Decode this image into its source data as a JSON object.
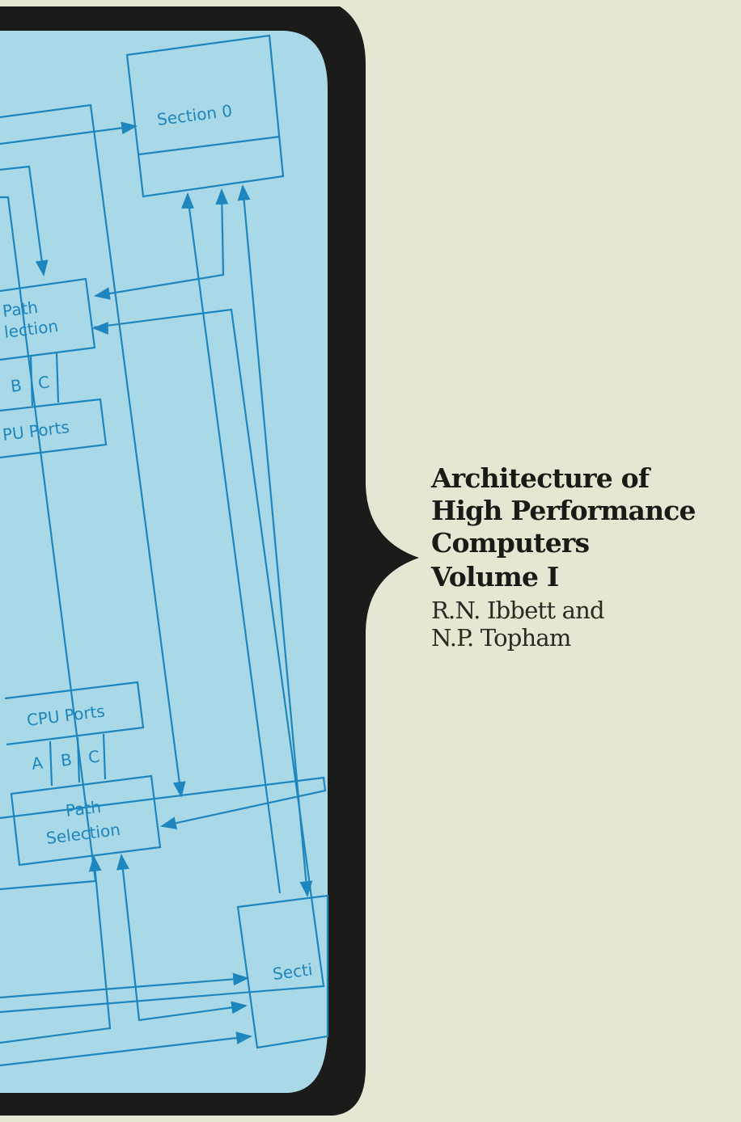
{
  "cover": {
    "title_lines": [
      "Architecture of",
      "High Performance",
      "Computers"
    ],
    "volume": "Volume I",
    "author_lines": [
      "R.N. Ibbett and",
      "N.P. Topham"
    ]
  },
  "diagram": {
    "labels": {
      "section_top": "Section 0",
      "path_selection_top_1": "Path",
      "path_selection_top_2": "lection",
      "ports_top_b": "B",
      "ports_top_c": "C",
      "cpu_ports_top": "PU Ports",
      "cpu_ports_bottom": "CPU Ports",
      "ports_bottom_a": "A",
      "ports_bottom_b": "B",
      "ports_bottom_c": "C",
      "path_selection_bottom_1": "Path",
      "path_selection_bottom_2": "Selection",
      "section_bottom": "Secti"
    }
  },
  "colors": {
    "panel": "#a9d9e6",
    "lines": "#1e86bf",
    "bracket": "#1b1b19",
    "background": "#e7e6d3"
  }
}
